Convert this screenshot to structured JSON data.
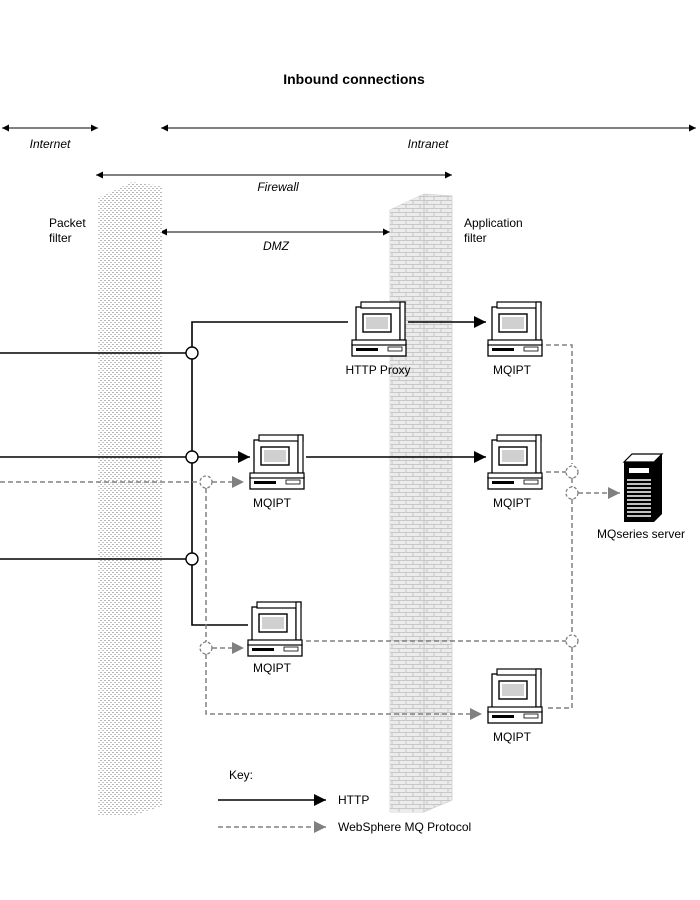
{
  "title": "Inbound connections",
  "zones": {
    "internet": "Internet",
    "intranet": "Intranet",
    "firewall": "Firewall",
    "dmz": "DMZ"
  },
  "filters": {
    "packet": [
      "Packet",
      "filter"
    ],
    "application": [
      "Application",
      "filter"
    ]
  },
  "nodes": {
    "http_proxy": "HTTP Proxy",
    "mqipt_dmz_1": "MQIPT",
    "mqipt_dmz_2": "MQIPT",
    "mqipt_intranet_1": "MQIPT",
    "mqipt_intranet_2": "MQIPT",
    "mqipt_intranet_3": "MQIPT",
    "server": "MQseries server"
  },
  "key": {
    "heading": "Key:",
    "http": "HTTP",
    "mq_protocol": "WebSphere MQ Protocol"
  },
  "colors": {
    "http_line": "#000000",
    "mq_line": "#808080",
    "wall": "#c8c8c8"
  }
}
